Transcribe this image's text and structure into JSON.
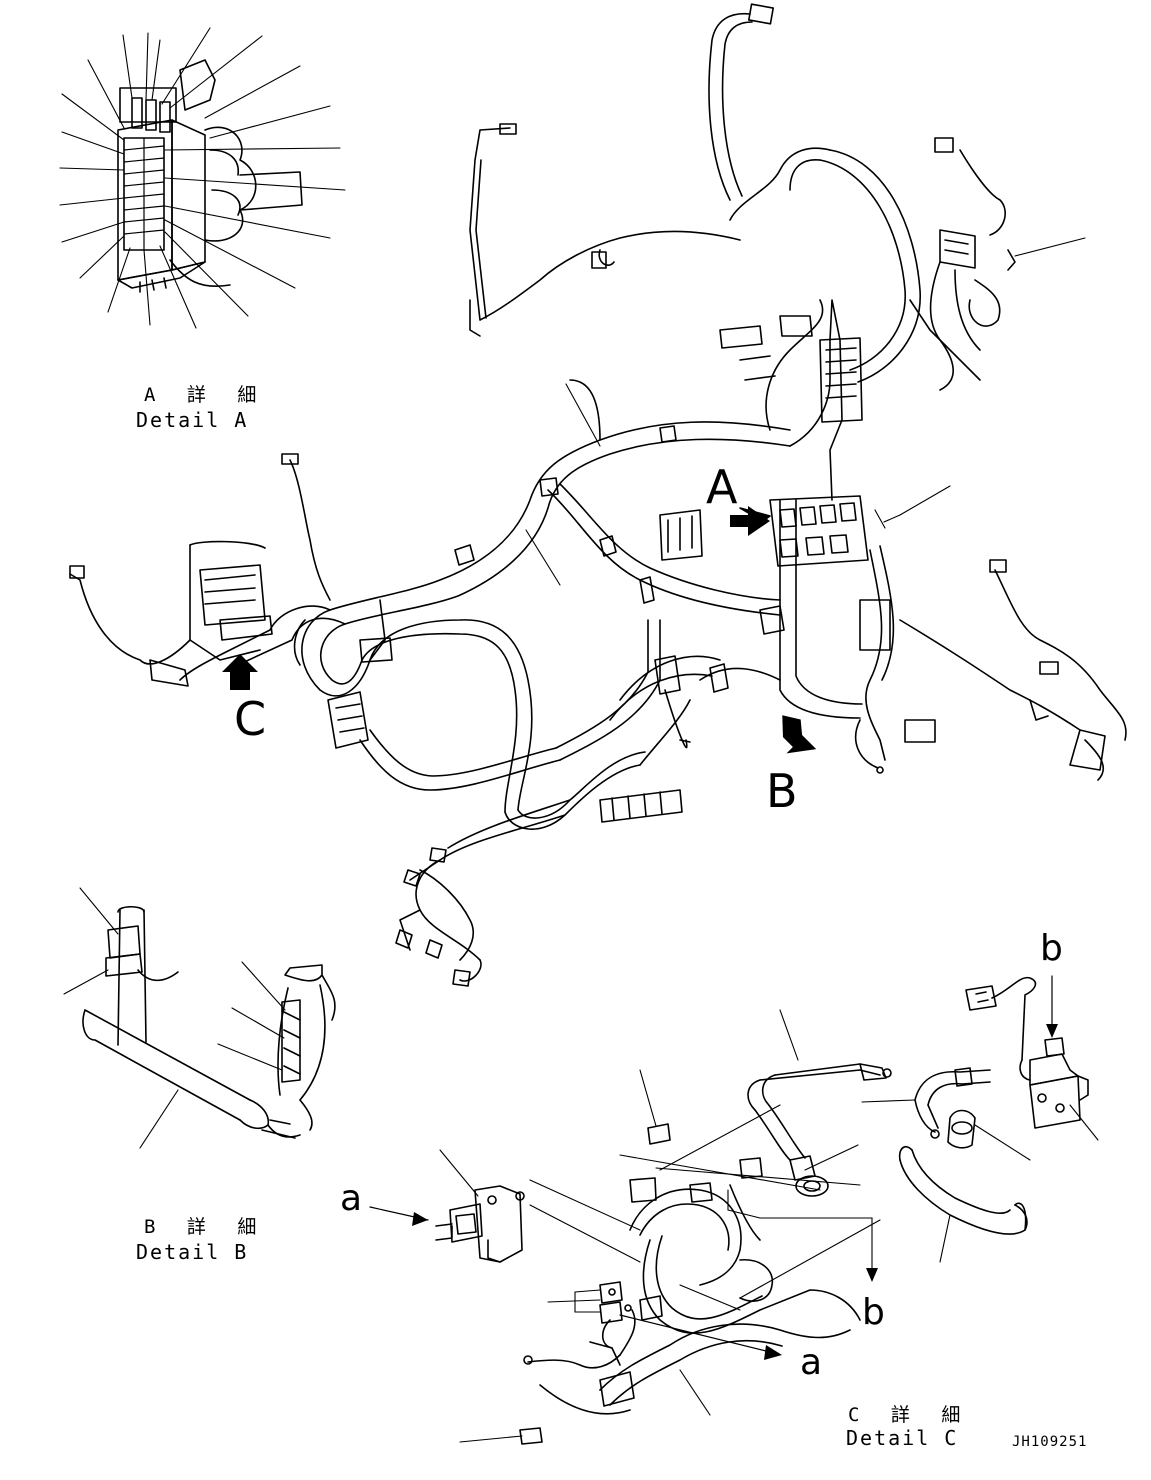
{
  "callouts": {
    "A": "A",
    "B": "B",
    "C": "C",
    "a1": "a",
    "a2": "a",
    "b1": "b",
    "b2": "b"
  },
  "captions": {
    "detail_a_jp": "A 詳 細",
    "detail_a_en": "Detail A",
    "detail_b_jp": "B 詳 細",
    "detail_b_en": "Detail B",
    "detail_c_jp": "C 詳 細",
    "detail_c_en": "Detail C"
  },
  "drawing_number": "JH109251",
  "colors": {
    "ink": "#000000",
    "paper": "#ffffff"
  }
}
